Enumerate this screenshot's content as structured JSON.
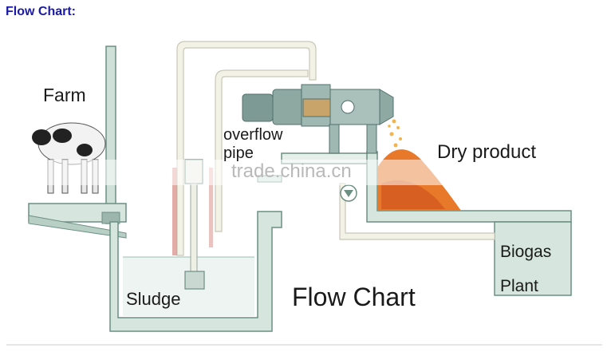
{
  "page_heading": "Flow Chart:",
  "diagram": {
    "labels": {
      "farm": "Farm",
      "overflow": "overflow",
      "pipe": "pipe",
      "dry_product": "Dry product",
      "biogas": "Biogas",
      "plant": "Plant",
      "sludge": "Sludge",
      "caption": "Flow Chart"
    },
    "watermark": "trade.china.cn",
    "colors": {
      "heading": "#1a1aa6",
      "tank_fill": "#d6e6df",
      "tank_stroke": "#6c8f84",
      "pipe_fill": "#f3f2e6",
      "pipe_stroke": "#c8c7b8",
      "machine": "#7d9a94",
      "product": "#e8792b",
      "red_pipe": "#d9908a"
    }
  }
}
